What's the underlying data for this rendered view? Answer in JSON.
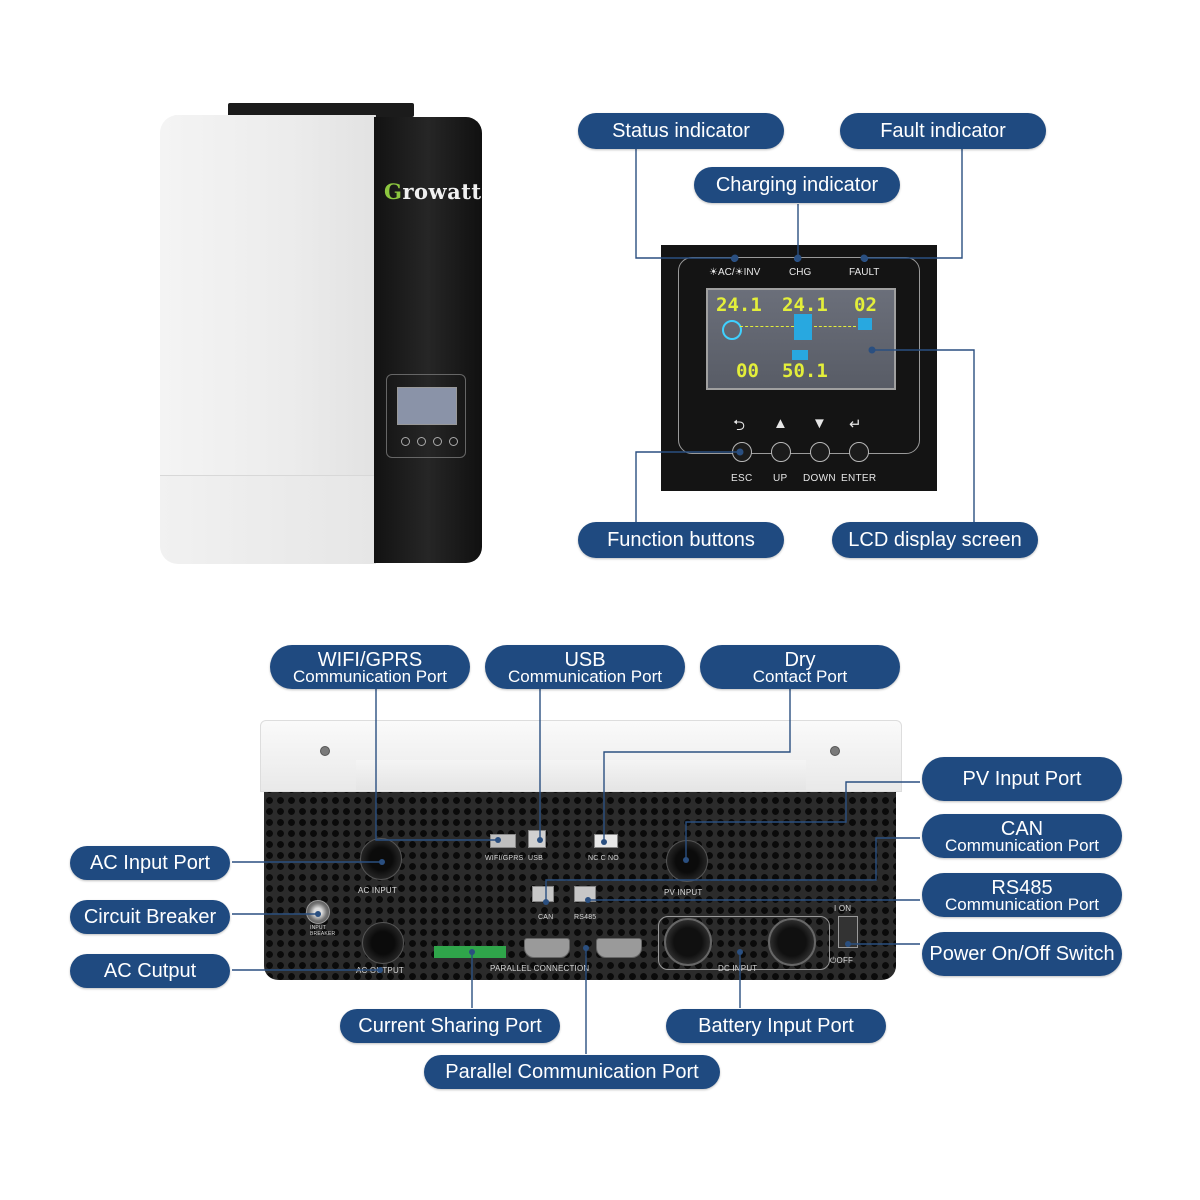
{
  "brand": {
    "name_first": "G",
    "name_rest": "rowatt"
  },
  "panel": {
    "indicators": {
      "ac_inv": "☀AC/☀INV",
      "chg": "CHG",
      "fault": "FAULT"
    },
    "lcd": {
      "left_top": "24.1",
      "mid_top": "24.1",
      "right_top": "02",
      "left_bottom": "00",
      "right_bottom": "50.1"
    },
    "buttons": {
      "esc": "ESC",
      "up": "UP",
      "down": "DOWN",
      "enter": "ENTER"
    }
  },
  "callouts_top": {
    "status": "Status indicator",
    "fault": "Fault indicator",
    "charging": "Charging indicator",
    "function": "Function buttons",
    "lcd": "LCD display screen"
  },
  "callouts_bottom": {
    "wifi": {
      "line1": "WIFI/GPRS",
      "line2": "Communication Port"
    },
    "usb": {
      "line1": "USB",
      "line2": "Communication Port"
    },
    "dry": {
      "line1": "Dry",
      "line2": "Contact Port"
    },
    "pv": "PV Input Port",
    "can": {
      "line1": "CAN",
      "line2": "Communication Port"
    },
    "rs485": {
      "line1": "RS485",
      "line2": "Communication Port"
    },
    "power": "Power On/Off Switch",
    "ac_input": "AC Input Port",
    "breaker": "Circuit Breaker",
    "ac_output": "AC Cutput",
    "current_sharing": "Current Sharing Port",
    "battery": "Battery Input Port",
    "parallel": "Parallel Communication Port"
  },
  "device_labels": {
    "wifi": "WIFI/GPRS",
    "usb": "USB",
    "dry": "NC  C  NO",
    "ac_input": "AC  INPUT",
    "pv_input": "PV  INPUT",
    "can": "CAN",
    "rs485": "RS485",
    "on": "I  ON",
    "off": "⏻OFF",
    "input_breaker": "INPUT BREAKER",
    "ac_output": "AC  OUTPUT",
    "parallel": "PARALLEL  CONNECTION",
    "dc_input": "DC  INPUT"
  },
  "colors": {
    "pill": "#1f4a80",
    "leader": "#2a4f80",
    "lcd_digits": "#e3ee3a",
    "logo_g": "#8cc63f"
  }
}
